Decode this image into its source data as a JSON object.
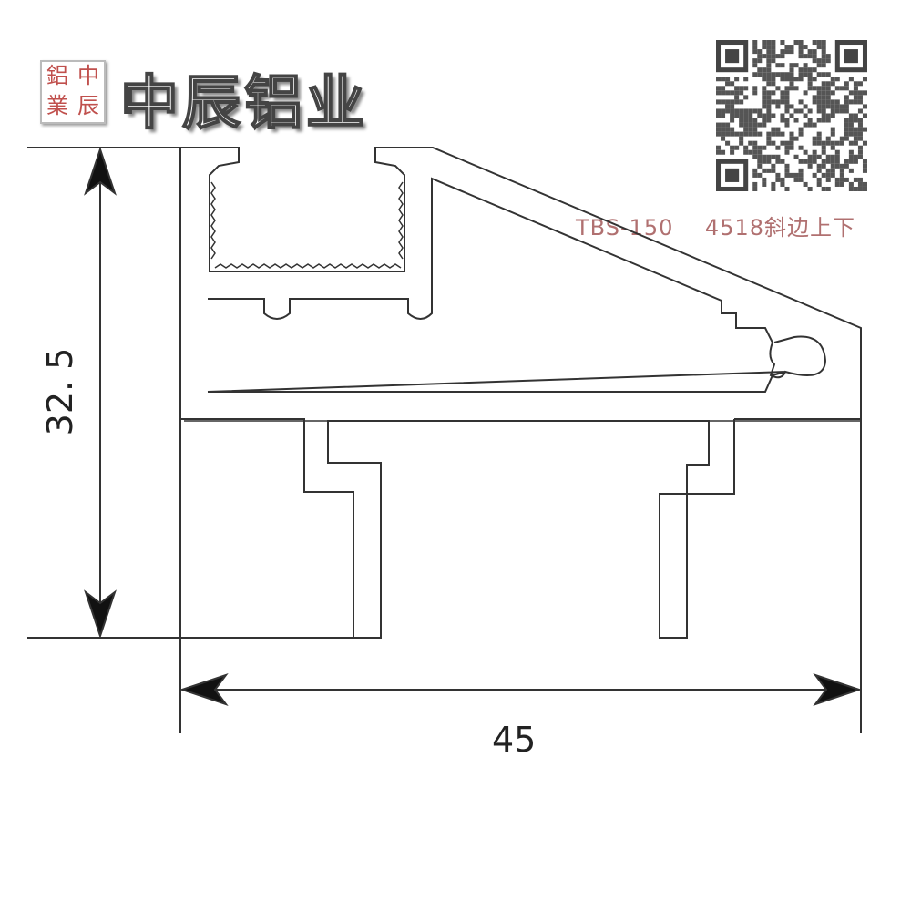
{
  "logo": {
    "seal_chars": [
      "中",
      "鋁",
      "辰",
      "業"
    ],
    "brand_name": "中辰铝业"
  },
  "model_label": "TBS-150    4518斜边上下",
  "dimensions": {
    "height": "32. 5",
    "width": "45"
  },
  "qr_code": {
    "icon": "qr-code-icon"
  },
  "colors": {
    "line": "#333333",
    "model_text": "#b07070",
    "seal": "#c0504d"
  }
}
